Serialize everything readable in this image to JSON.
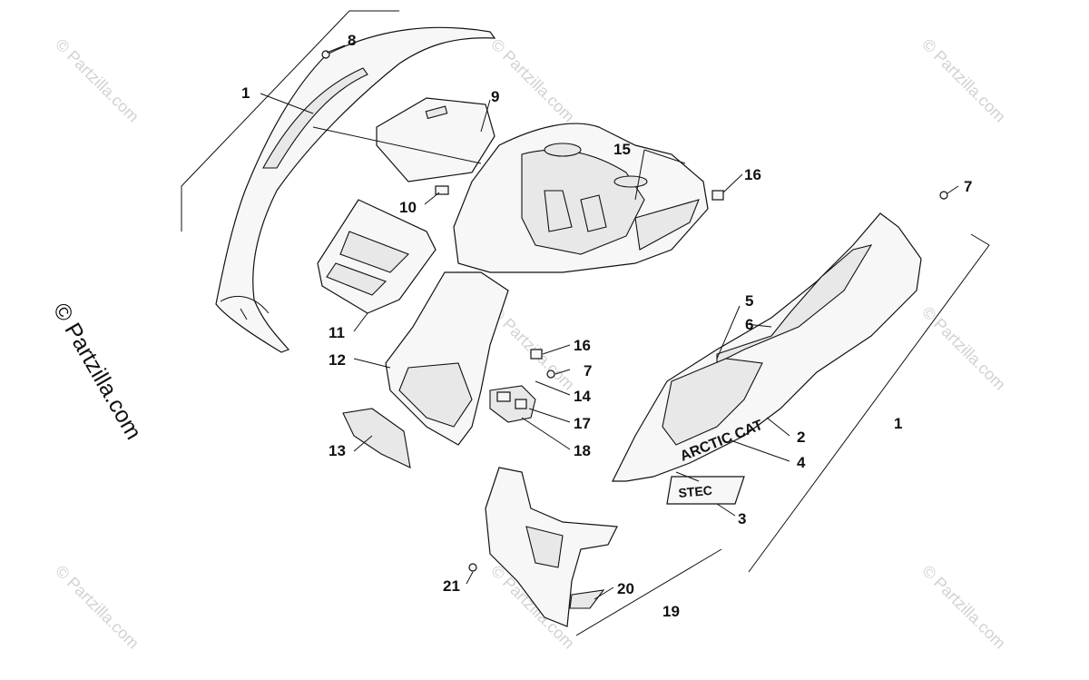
{
  "watermark": {
    "side_text": "© Partzilla.com",
    "tile_text": "© Partzilla.com"
  },
  "decals": {
    "brand": "ARCTIC CAT",
    "model": "STEC"
  },
  "callouts": [
    {
      "id": "c1a",
      "label": "1"
    },
    {
      "id": "c8",
      "label": "8"
    },
    {
      "id": "c9",
      "label": "9"
    },
    {
      "id": "c10",
      "label": "10"
    },
    {
      "id": "c11",
      "label": "11"
    },
    {
      "id": "c12",
      "label": "12"
    },
    {
      "id": "c13",
      "label": "13"
    },
    {
      "id": "c15",
      "label": "15"
    },
    {
      "id": "c16a",
      "label": "16"
    },
    {
      "id": "c7a",
      "label": "7"
    },
    {
      "id": "c16b",
      "label": "16"
    },
    {
      "id": "c7b",
      "label": "7"
    },
    {
      "id": "c14",
      "label": "14"
    },
    {
      "id": "c17",
      "label": "17"
    },
    {
      "id": "c18",
      "label": "18"
    },
    {
      "id": "c5",
      "label": "5"
    },
    {
      "id": "c6",
      "label": "6"
    },
    {
      "id": "c2",
      "label": "2"
    },
    {
      "id": "c4",
      "label": "4"
    },
    {
      "id": "c1b",
      "label": "1"
    },
    {
      "id": "c3",
      "label": "3"
    },
    {
      "id": "c21",
      "label": "21"
    },
    {
      "id": "c20",
      "label": "20"
    },
    {
      "id": "c19",
      "label": "19"
    }
  ]
}
